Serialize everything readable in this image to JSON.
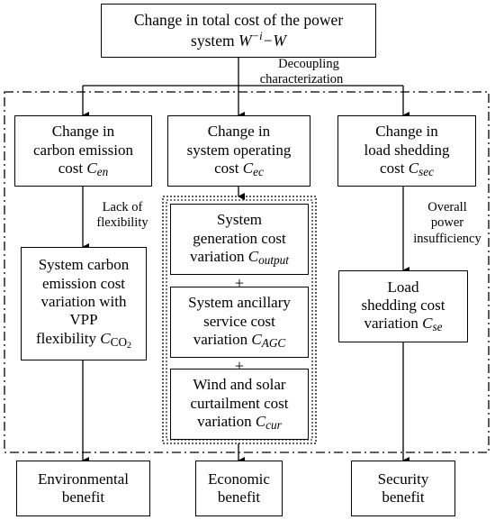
{
  "top": {
    "line1": "Change in total cost of the power",
    "line2_prefix": "system",
    "formula_w": "W",
    "formula_sup": "−i",
    "formula_rest": "−W"
  },
  "decoupling": {
    "line1": "Decoupling",
    "line2": "characterization"
  },
  "level1": {
    "carbon": {
      "line1": "Change in",
      "line2": "carbon emission",
      "line3_prefix": "cost",
      "symbol": "C",
      "sub": "en"
    },
    "operating": {
      "line1": "Change in",
      "line2": "system operating",
      "line3_prefix": "cost",
      "symbol": "C",
      "sub": "ec"
    },
    "shedding": {
      "line1": "Change in",
      "line2": "load shedding",
      "line3_prefix": "cost",
      "symbol": "C",
      "sub": "sec"
    }
  },
  "notes": {
    "flexibility": {
      "line1": "Lack of",
      "line2": "flexibility"
    },
    "insufficiency": {
      "line1": "Overall",
      "line2": "power",
      "line3": "insufficiency"
    }
  },
  "level2": {
    "carbon": {
      "line1": "System carbon",
      "line2": "emission cost",
      "line3": "variation with",
      "line4": "VPP",
      "line5_prefix": "flexibility",
      "symbol": "C",
      "sub": "CO",
      "sub2": "2"
    },
    "generation": {
      "line1": "System",
      "line2": "generation cost",
      "line3_prefix": "variation",
      "symbol": "C",
      "sub": "output"
    },
    "ancillary": {
      "line1": "System ancillary",
      "line2": "service cost",
      "line3_prefix": "variation",
      "symbol": "C",
      "sub": "AGC"
    },
    "curtailment": {
      "line1": "Wind and solar",
      "line2": "curtailment cost",
      "line3_prefix": "variation",
      "symbol": "C",
      "sub": "cur"
    },
    "shedding": {
      "line1": "Load",
      "line2": "shedding cost",
      "line3_prefix": "variation",
      "symbol": "C",
      "sub": "se"
    },
    "plus1": "+",
    "plus2": "+"
  },
  "benefits": {
    "environmental": {
      "line1": "Environmental",
      "line2": "benefit"
    },
    "economic": {
      "line1": "Economic",
      "line2": "benefit"
    },
    "security": {
      "line1": "Security",
      "line2": "benefit"
    }
  }
}
